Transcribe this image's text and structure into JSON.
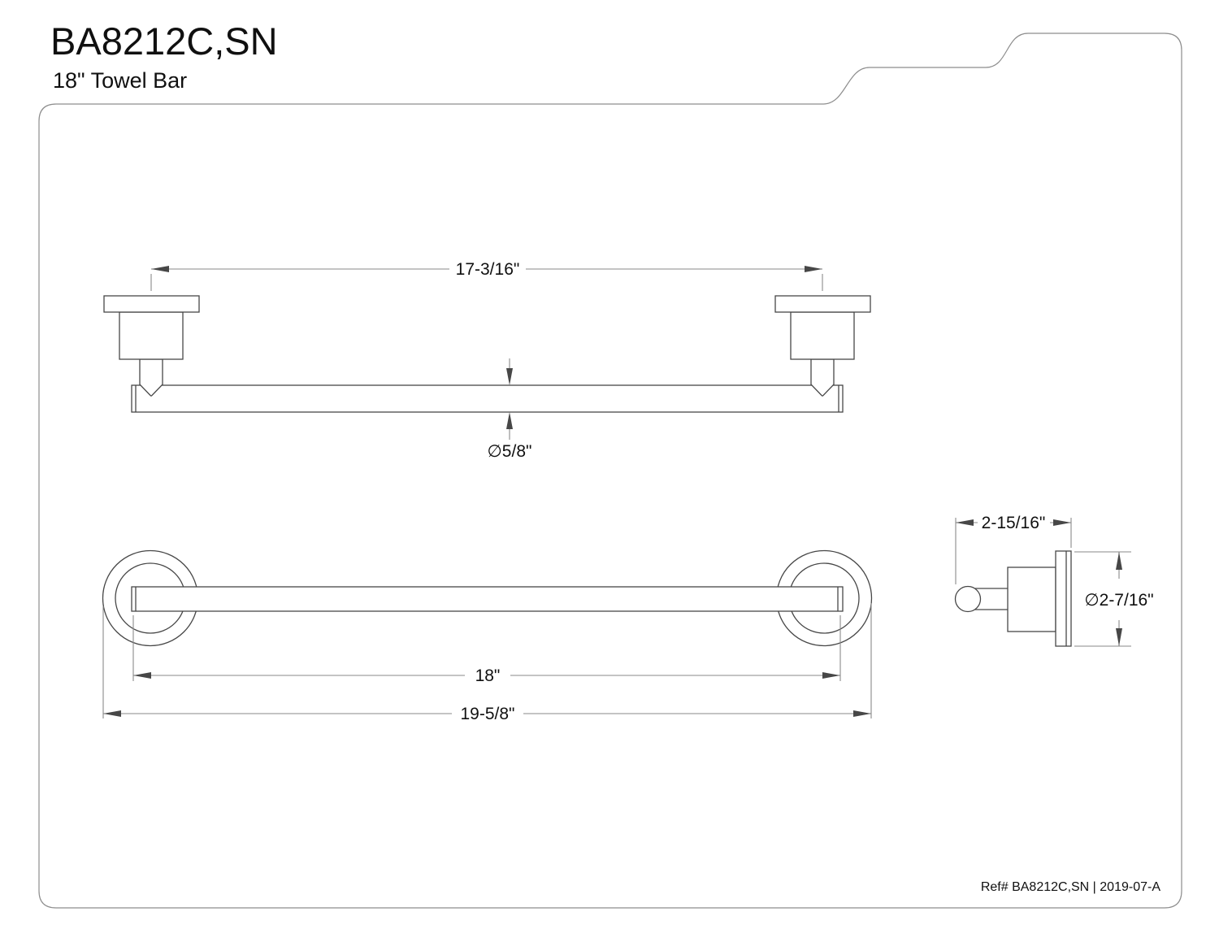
{
  "header": {
    "model": "BA8212C,SN",
    "subtitle": "18\" Towel Bar"
  },
  "dims": {
    "center_to_center": "17-3/16\"",
    "bar_diameter": "∅5/8\"",
    "bar_length": "18\"",
    "overall_length": "19-5/8\"",
    "post_projection": "2-15/16\"",
    "flange_diameter": "∅2-7/16\""
  },
  "footer": {
    "ref": "Ref# BA8212C,SN | 2019-07-A"
  },
  "colors": {
    "line": "#474747",
    "dim": "#8a8a8a",
    "frame": "#8d8d8d",
    "text": "#101010",
    "bg": "#ffffff"
  }
}
